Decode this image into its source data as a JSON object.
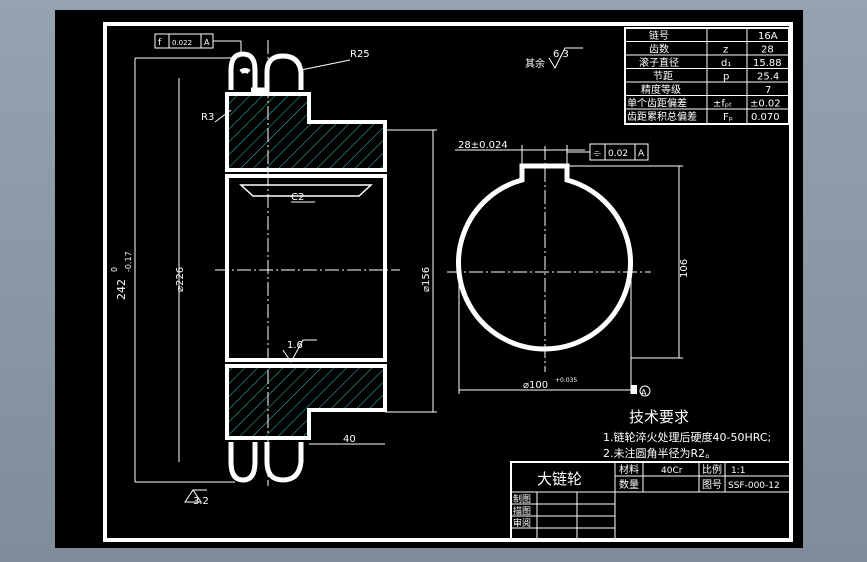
{
  "drawing": {
    "title": "大链轮",
    "roughness_default": "其余",
    "roughness_default_value": "6.3",
    "roughness_bore": "1.6",
    "roughness_bottom": "3.2",
    "radius_tooth": "R25",
    "radius_fillet": "R3",
    "chamfer": "C2",
    "dim_outer_dia": "242",
    "dim_outer_tol_upper": "0",
    "dim_outer_tol_lower": "-0.17",
    "dim_dia_226": "⌀226",
    "dim_dia_156": "⌀156",
    "dim_hub_width": "40",
    "dim_key_width": "28±0.024",
    "dim_key_depth": "106",
    "dim_bore_dia": "⌀100",
    "dim_bore_tol": "+0.035",
    "datum_label": "A",
    "tol_frame_top": [
      "f",
      "0.022",
      "A"
    ],
    "tol_frame_key": [
      "⌯",
      "0.02",
      "A"
    ],
    "tech_title": "技术要求",
    "tech_items": [
      "1.链轮淬火处理后硬度40-50HRC;",
      "2.未注圆角半径为R2。"
    ]
  },
  "param_table": [
    [
      "链号",
      "",
      "16A"
    ],
    [
      "齿数",
      "z",
      "28"
    ],
    [
      "滚子直径",
      "d₁",
      "15.88"
    ],
    [
      "节距",
      "p",
      "25.4"
    ],
    [
      "精度等级",
      "",
      "7"
    ],
    [
      "单个齿距偏差",
      "±fₚₜ",
      "±0.02"
    ],
    [
      "齿距累积总偏差",
      "Fₚ",
      "0.070"
    ]
  ],
  "title_block": {
    "material_label": "材料",
    "material_value": "40Cr",
    "scale_label": "比例",
    "scale_value": "1:1",
    "qty_label": "数量",
    "drawing_no_label": "图号",
    "drawing_no_value": "SSF-000-12",
    "roles": [
      "制图",
      "描图",
      "审阅"
    ]
  },
  "colors": {
    "background": "#000000",
    "linework": "#ffffff",
    "hatch": "#34c6c0"
  }
}
